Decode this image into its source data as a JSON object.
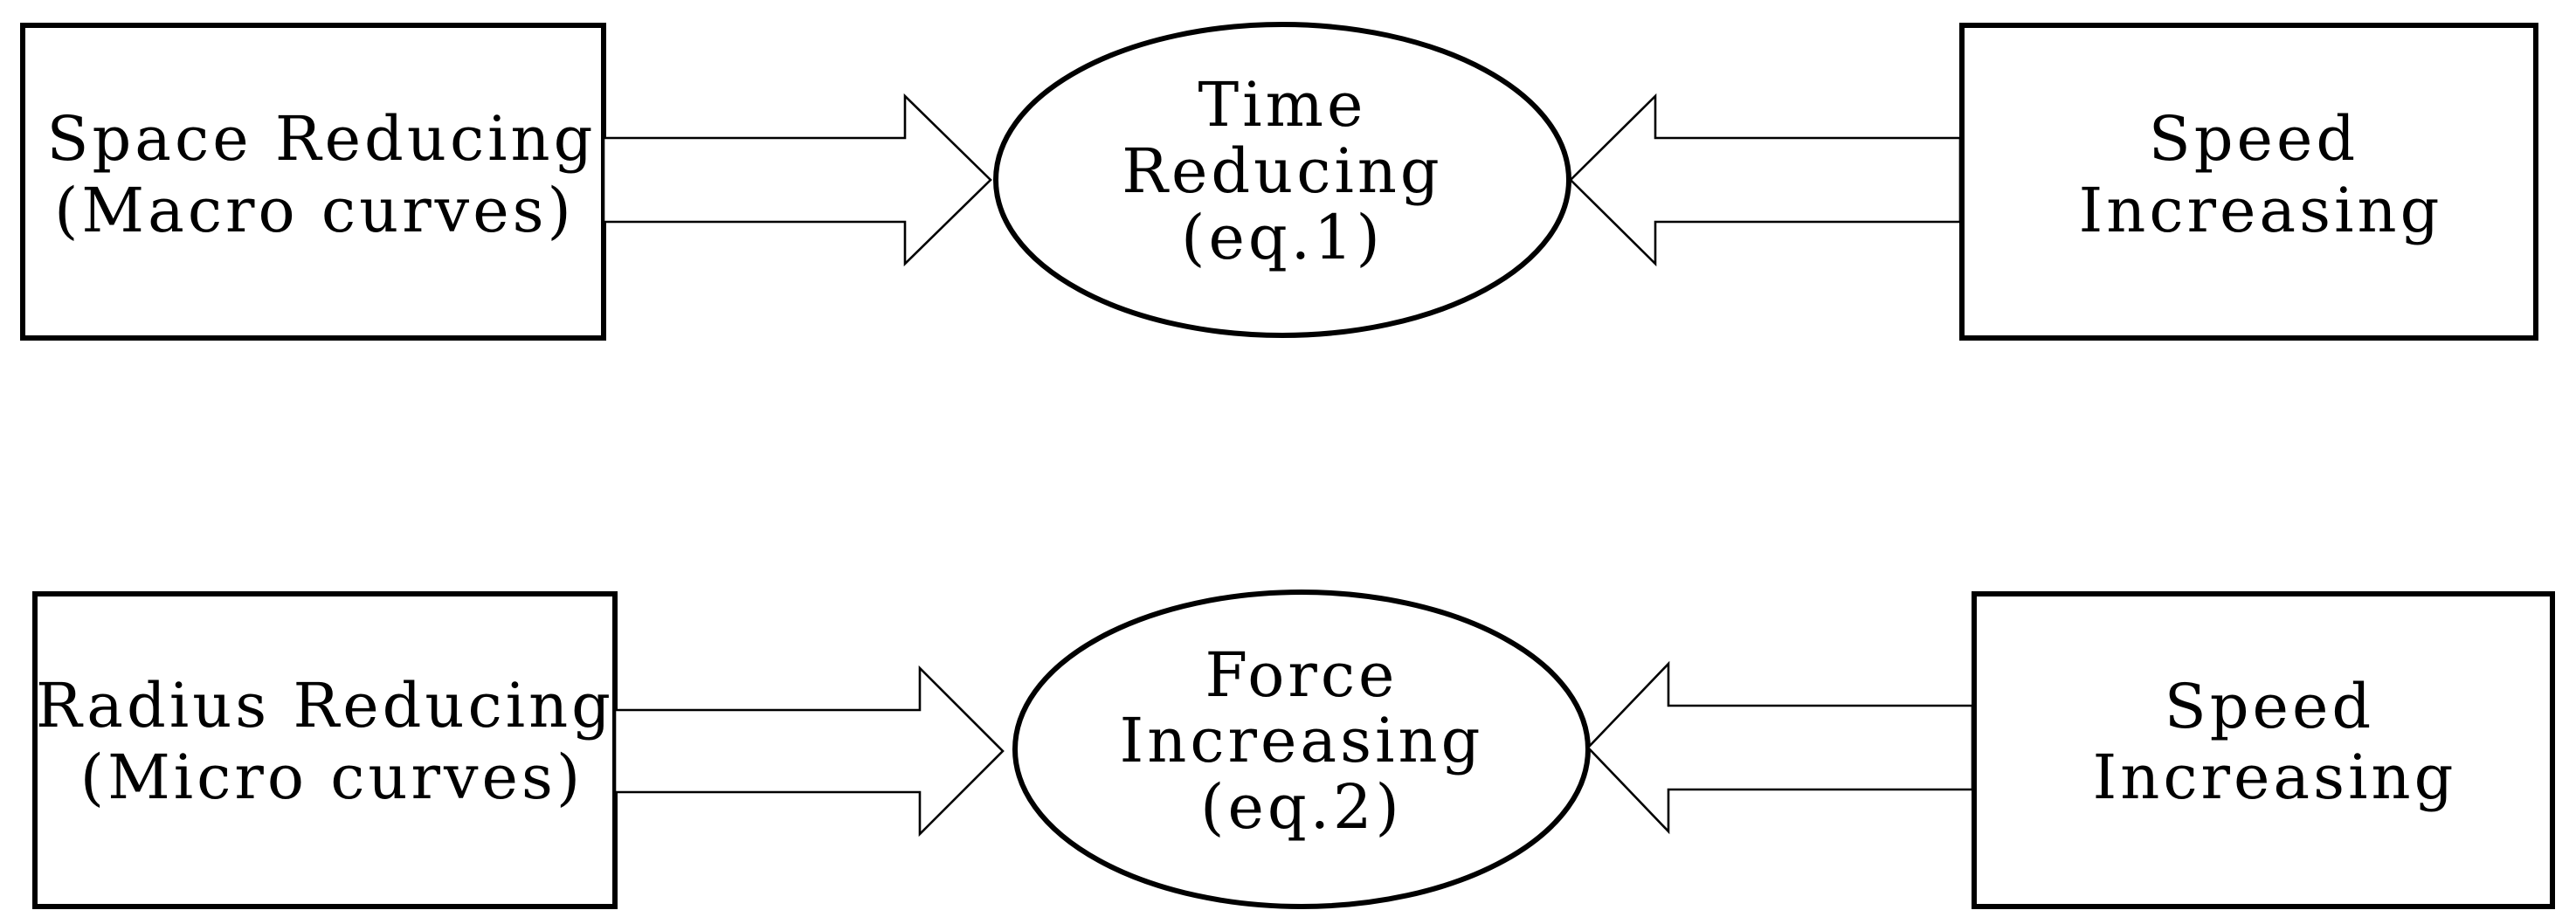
{
  "rows": [
    {
      "left_box": {
        "line1": "Space Reducing",
        "line2": "(Macro curves)"
      },
      "center_ellipse": {
        "line1": "Time",
        "line2": "Reducing",
        "line3": "(eq.1)"
      },
      "right_box": {
        "line1": "Speed",
        "line2": "Increasing"
      }
    },
    {
      "left_box": {
        "line1": "Radius Reducing",
        "line2": "(Micro curves)"
      },
      "center_ellipse": {
        "line1": "Force",
        "line2": "Increasing",
        "line3": "(eq.2)"
      },
      "right_box": {
        "line1": "Speed",
        "line2": "Increasing"
      }
    }
  ]
}
